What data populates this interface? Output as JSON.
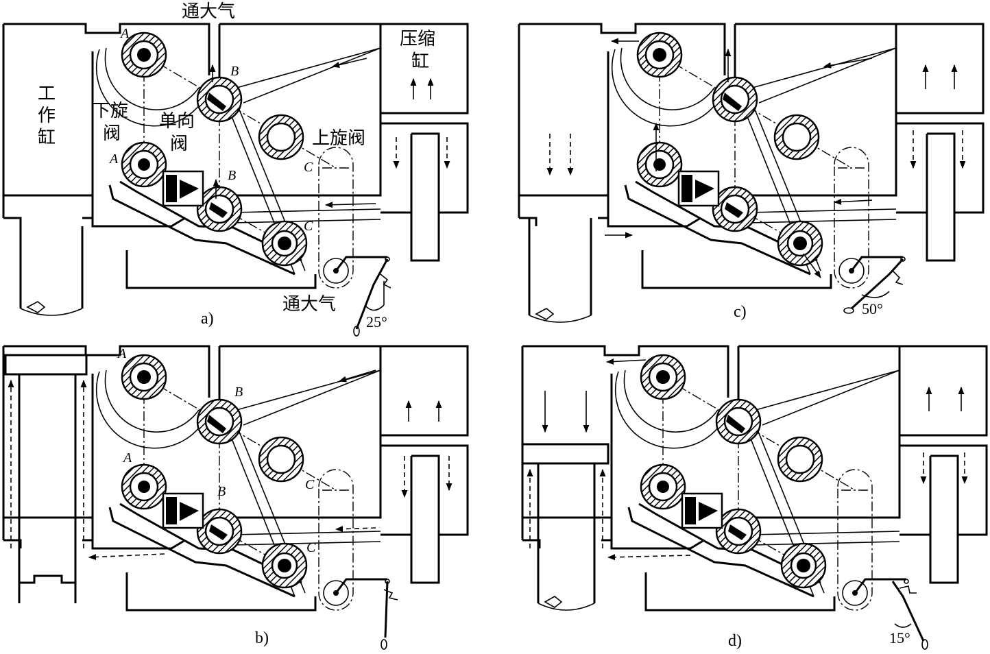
{
  "labels": {
    "vent_top": "通大气",
    "vent_bottom": "通大气",
    "compress_cyl_1": "压缩",
    "compress_cyl_2": "缸",
    "work_cyl_1": "工",
    "work_cyl_2": "作",
    "work_cyl_3": "缸",
    "lower_rotary_1": "下旋",
    "lower_rotary_2": "阀",
    "check_valve_1": "单向",
    "check_valve_2": "阀",
    "upper_rotary": "上旋阀"
  },
  "panels": [
    {
      "caption": "a)",
      "angle": "25°",
      "tags": {
        "a1": "A",
        "b1": "B",
        "a2": "A",
        "b2": "B",
        "c1": "C",
        "c2": "C"
      }
    },
    {
      "caption": "b)",
      "tags": {
        "a1": "A",
        "b1": "B",
        "a2": "A",
        "b2": "B",
        "c1": "C",
        "c2": "C"
      }
    },
    {
      "caption": "c)",
      "angle": "50°"
    },
    {
      "caption": "d)",
      "angle": "15°"
    }
  ]
}
